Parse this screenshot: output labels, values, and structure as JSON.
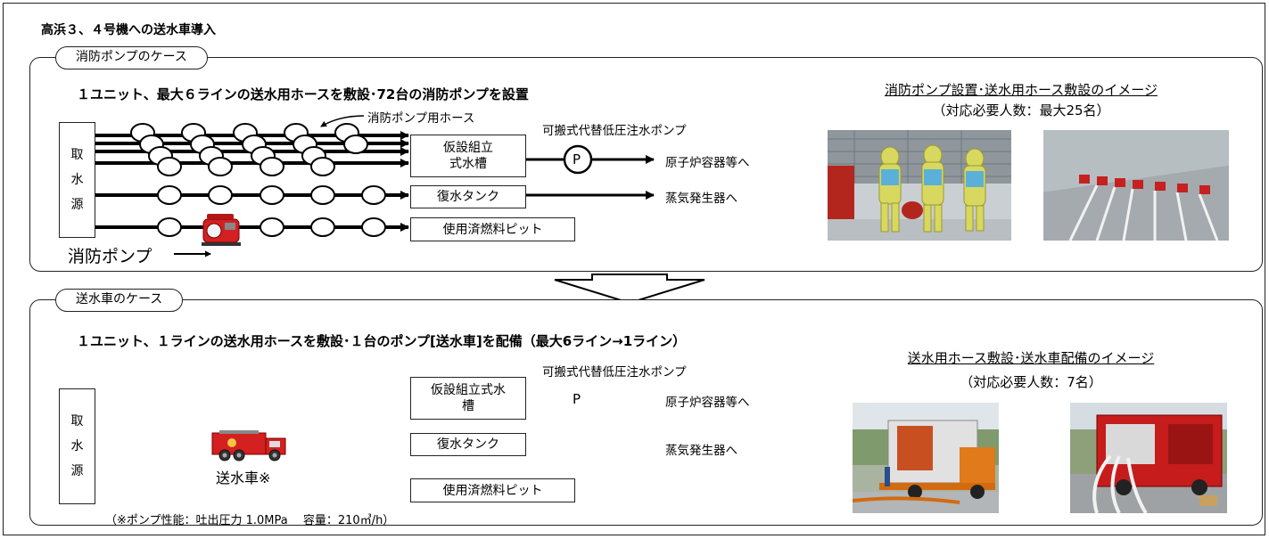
{
  "title": "高浜３、４号機への送水車導入",
  "case1": {
    "label": "消防ポンプのケース",
    "subtitle": "１ユニット、最大６ラインの送水用ホースを敷設･72台の消防ポンプを設置",
    "source": [
      "取",
      "水",
      "源"
    ],
    "hose_label": "消防ポンプ用ホース",
    "pump_label": "可搬式代替低圧注水ポンプ",
    "pump_symbol": "P",
    "tank1": [
      "仮設組立",
      "式水槽"
    ],
    "tank2": "復水タンク",
    "tank3": "使用済燃料ピット",
    "dest1": "原子炉容器等へ",
    "dest2": "蒸気発生器へ",
    "fire_pump_label": "消防ポンプ",
    "image_title": "消防ポンプ設置･送水用ホース敷設のイメージ",
    "image_sub": "（対応必要人数：最大25名）"
  },
  "case2": {
    "label": "送水車のケース",
    "subtitle": "１ユニット、１ラインの送水用ホースを敷設･１台のポンプ[送水車]を配備（最大6ライン→1ライン）",
    "source": [
      "取",
      "水",
      "源"
    ],
    "truck_label": "送水車※",
    "pump_label": "可搬式代替低圧注水ポンプ",
    "pump_symbol": "P",
    "tank1": [
      "仮設組立式水",
      "槽"
    ],
    "tank2": "復水タンク",
    "tank3": "使用済燃料ピット",
    "dest1": "原子炉容器等へ",
    "dest2": "蒸気発生器へ",
    "note": "（※ポンプ性能：吐出圧力 1.0MPa　 容量：210㎥/h）",
    "image_title": "送水用ホース敷設･送水車配備のイメージ",
    "image_sub": "（対応必要人数：7名）"
  },
  "colors": {
    "line": "#000000",
    "truck": "#d42020",
    "suit": "#d8d860",
    "sky": "#e8ecef"
  }
}
